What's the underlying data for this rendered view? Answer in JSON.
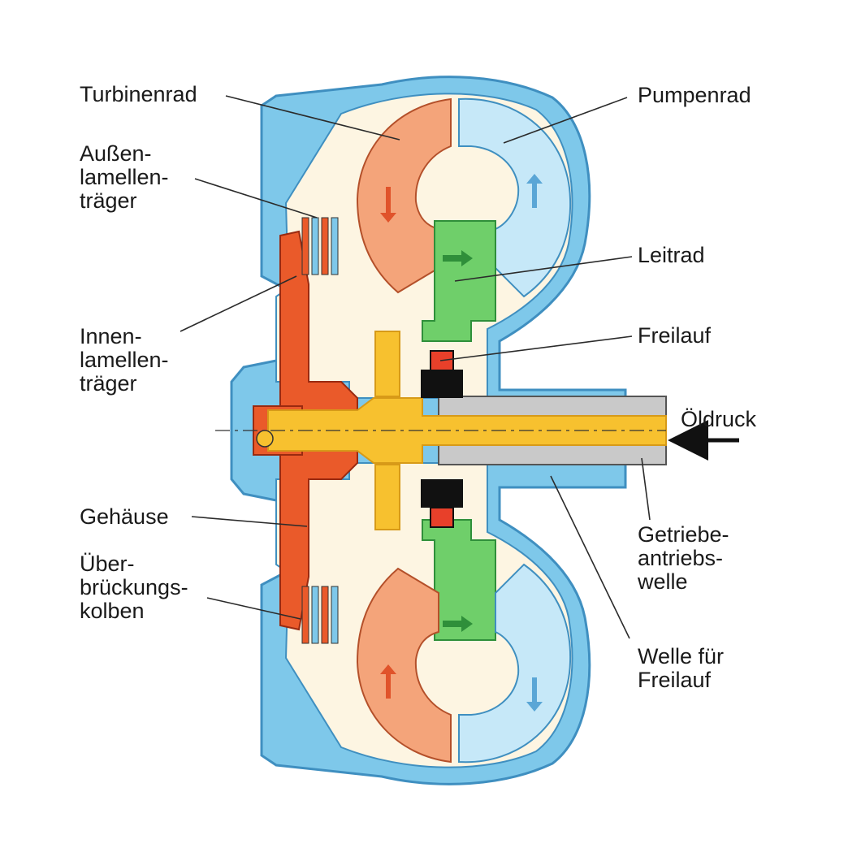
{
  "colors": {
    "housing": "#7ec8ea",
    "housing_dark": "#3f8fc0",
    "fluid": "#fdf5e2",
    "turbine": "#f4a47a",
    "pump": "#c6e8f8",
    "stator": "#6fcf6a",
    "stator_dark": "#2f8f3a",
    "piston": "#ea5a2a",
    "shaft": "#f7c12f",
    "shaft_dark": "#d79a18",
    "freewheel_shaft": "#c9c9c9",
    "freewheel": "#e8402a",
    "arrow_red": "#e0532a",
    "arrow_blue": "#5aa6d6",
    "leader": "#2b2b2b"
  },
  "labels": {
    "turbinenrad": "Turbinenrad",
    "aussenlamellentraeger": "Außen-\nlamellen-\nträger",
    "innenlamellentraeger": "Innen-\nlamellen-\nträger",
    "gehaeuse": "Gehäuse",
    "ueberbrueckungskolben": "Über-\nbrückungs-\nkolben",
    "pumpenrad": "Pumpenrad",
    "leitrad": "Leitrad",
    "freilauf": "Freilauf",
    "oeldruck": "Öldruck",
    "getriebeantriebswelle": "Getriebe-\nantriebs-\nwelle",
    "welle_fuer_freilauf": "Welle für\nFreilauf"
  }
}
